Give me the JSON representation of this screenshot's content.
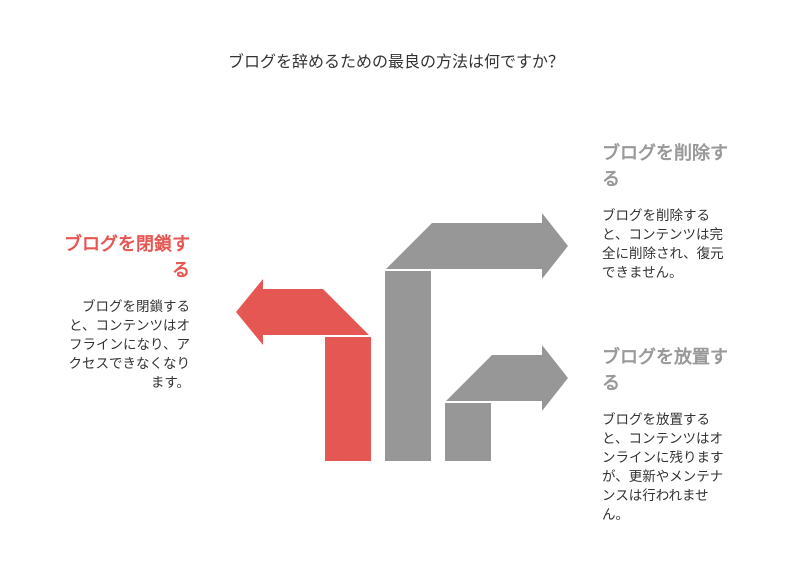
{
  "title": "ブログを辞めるための最良の方法は何ですか？",
  "colors": {
    "red": "#e55753",
    "gray": "#979797"
  },
  "options": [
    {
      "heading_lines": [
        "ブログを閉鎖す",
        "る"
      ],
      "body_lines": [
        "ブログを閉鎖する",
        "と、コンテンツはオ",
        "フラインになり、ア",
        "クセスできなくなり",
        "ます。"
      ]
    },
    {
      "heading_lines": [
        "ブログを削除す",
        "る"
      ],
      "body_lines": [
        "ブログを削除する",
        "と、コンテンツは完",
        "全に削除され、復元",
        "できません。"
      ]
    },
    {
      "heading_lines": [
        "ブログを放置す",
        "る"
      ],
      "body_lines": [
        "ブログを放置する",
        "と、コンテンツはオ",
        "ンラインに残ります",
        "が、更新やメンテナ",
        "ンスは行われませ",
        "ん。"
      ]
    }
  ]
}
